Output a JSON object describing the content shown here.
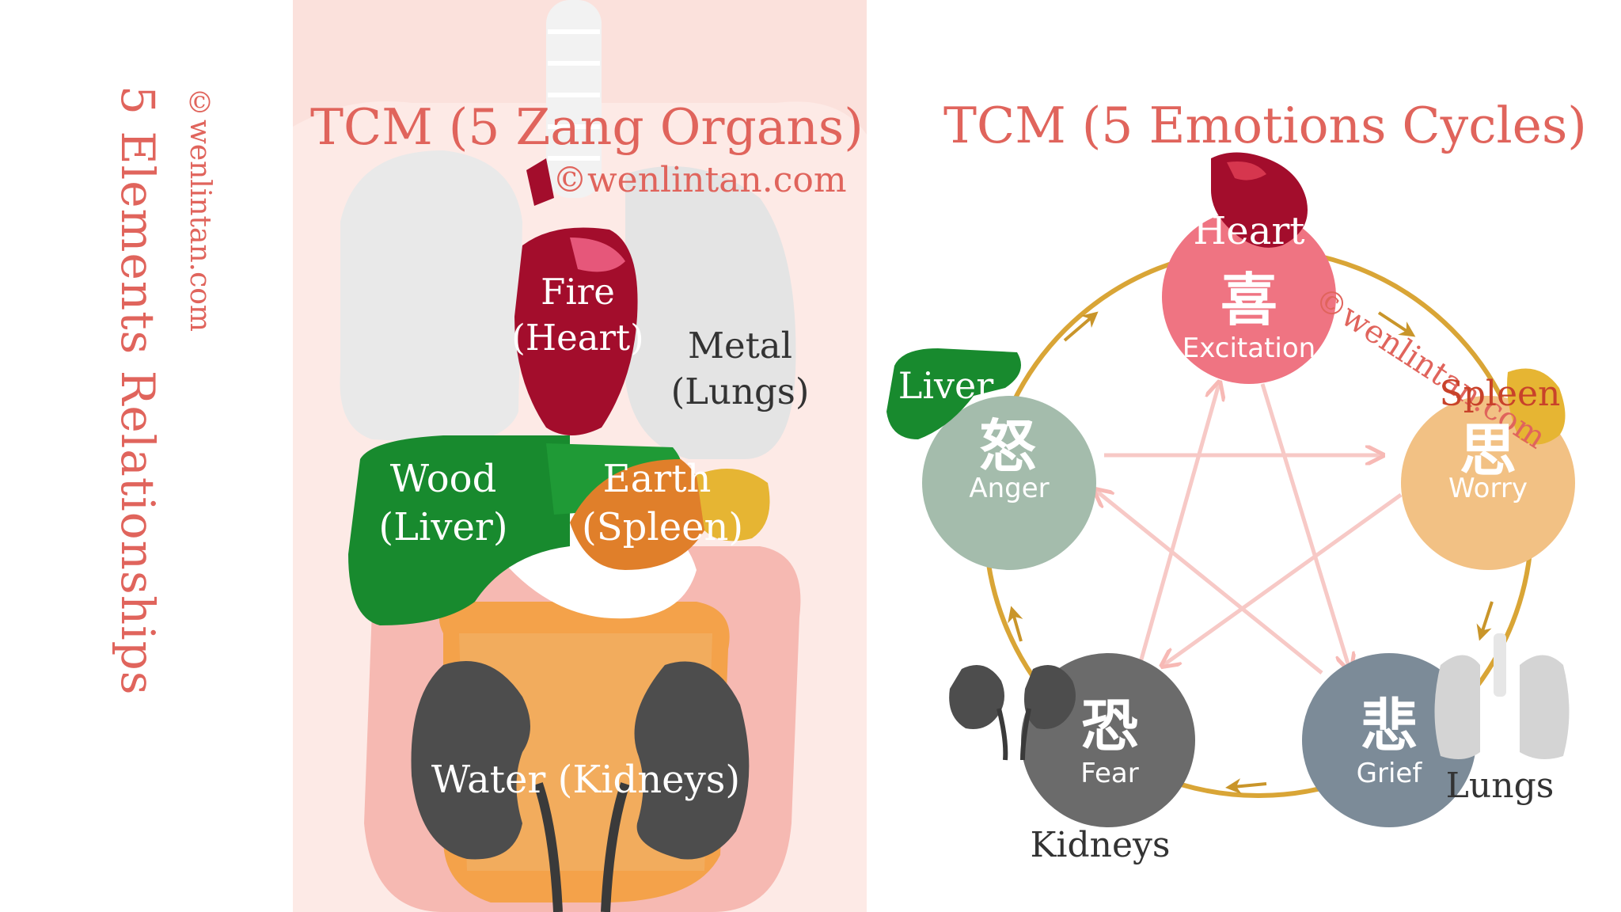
{
  "side": {
    "title": "5 Elements Relationships",
    "copyright": "©wenlintan.com"
  },
  "left": {
    "title": "TCM (5 Zang Organs)",
    "copyright": "©wenlintan.com",
    "organs": {
      "fire": "Fire (Heart)",
      "metal": "Metal (Lungs)",
      "wood": "Wood (Liver)",
      "earth": "Earth (Spleen)",
      "water": "Water (Kidneys)"
    }
  },
  "right": {
    "title": "TCM (5 Emotions Cycles)",
    "copyright": "©wenlintan.com",
    "nodes": {
      "heart": {
        "organ": "Heart",
        "emotion": "Excitation",
        "char": "喜"
      },
      "spleen": {
        "organ": "Spleen",
        "emotion": "Worry",
        "char": "思"
      },
      "lungs": {
        "organ": "Lungs",
        "emotion": "Grief",
        "char": "悲"
      },
      "kidneys": {
        "organ": "Kidneys",
        "emotion": "Fear",
        "char": "恐"
      },
      "liver": {
        "organ": "Liver",
        "emotion": "Anger",
        "char": "怒"
      }
    }
  },
  "colors": {
    "accent": "#e0645c",
    "fire": "#a30d2c",
    "metal": "#e8e8e8",
    "wood": "#188a2e",
    "earth": "#e07f2a",
    "spleen_yellow": "#e6b533",
    "water": "#4d4d4d",
    "excitation": "#ef7482",
    "worry": "#f2c184",
    "grief": "#7c8b98",
    "fear": "#6b6b6b",
    "anger": "#a4bcac",
    "cycle_gold": "#d9a536",
    "control_pink": "#f7c9c6"
  }
}
